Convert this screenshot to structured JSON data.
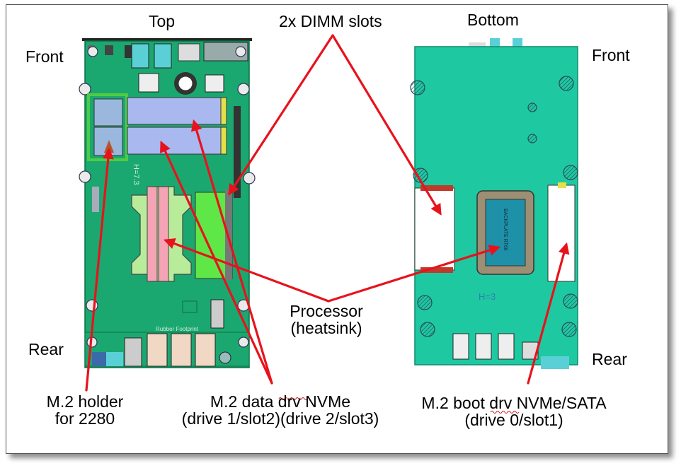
{
  "labels": {
    "top": "Top",
    "bottom": "Bottom",
    "dimm": "2x DIMM slots",
    "front_left": "Front",
    "front_right": "Front",
    "rear_left": "Rear",
    "rear_right": "Rear",
    "processor_line1": "Processor",
    "processor_line2": "(heatsink)",
    "holder_line1": "M.2 holder",
    "holder_line2": "for 2280",
    "data_line1": "M.2 data drv NVMe",
    "data_line2": "(drive 1/slot2)(drive 2/slot3)",
    "boot_line1": "M.2 boot drv NVMe/SATA",
    "boot_line2": "(drive 0/slot1)"
  },
  "board_marks": {
    "top_h": "H=7.3",
    "bottom_h": "H=3",
    "top_rubber": "Rubber Footprint",
    "heatsink_text": "BACKPLATE RT66"
  },
  "colors": {
    "arrow": "#e8121c",
    "board_top": "#1aa870",
    "board_bottom": "#1ec9a1",
    "m2_module": "#a9b8ef",
    "dimm": "#5fe647",
    "heatsink": "#f4a4b4",
    "heatsink_frame": "#b9ec9a"
  }
}
